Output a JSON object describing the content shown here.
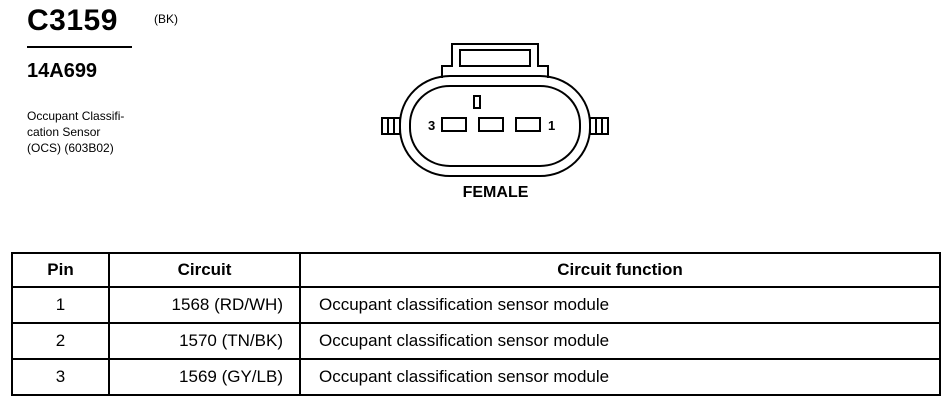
{
  "header": {
    "connector_id": "C3159",
    "color_code": "(BK)",
    "part_number": "14A699",
    "description_lines": [
      "Occupant Classifi-",
      "cation Sensor",
      "(OCS) (603B02)"
    ]
  },
  "diagram": {
    "pin_left_label": "3",
    "pin_right_label": "1",
    "gender_label": "FEMALE"
  },
  "table": {
    "headers": [
      "Pin",
      "Circuit",
      "Circuit function"
    ],
    "rows": [
      {
        "pin": "1",
        "circuit": "1568 (RD/WH)",
        "function": "Occupant classification sensor module"
      },
      {
        "pin": "2",
        "circuit": "1570 (TN/BK)",
        "function": "Occupant classification sensor module"
      },
      {
        "pin": "3",
        "circuit": "1569 (GY/LB)",
        "function": "Occupant classification sensor module"
      }
    ]
  }
}
